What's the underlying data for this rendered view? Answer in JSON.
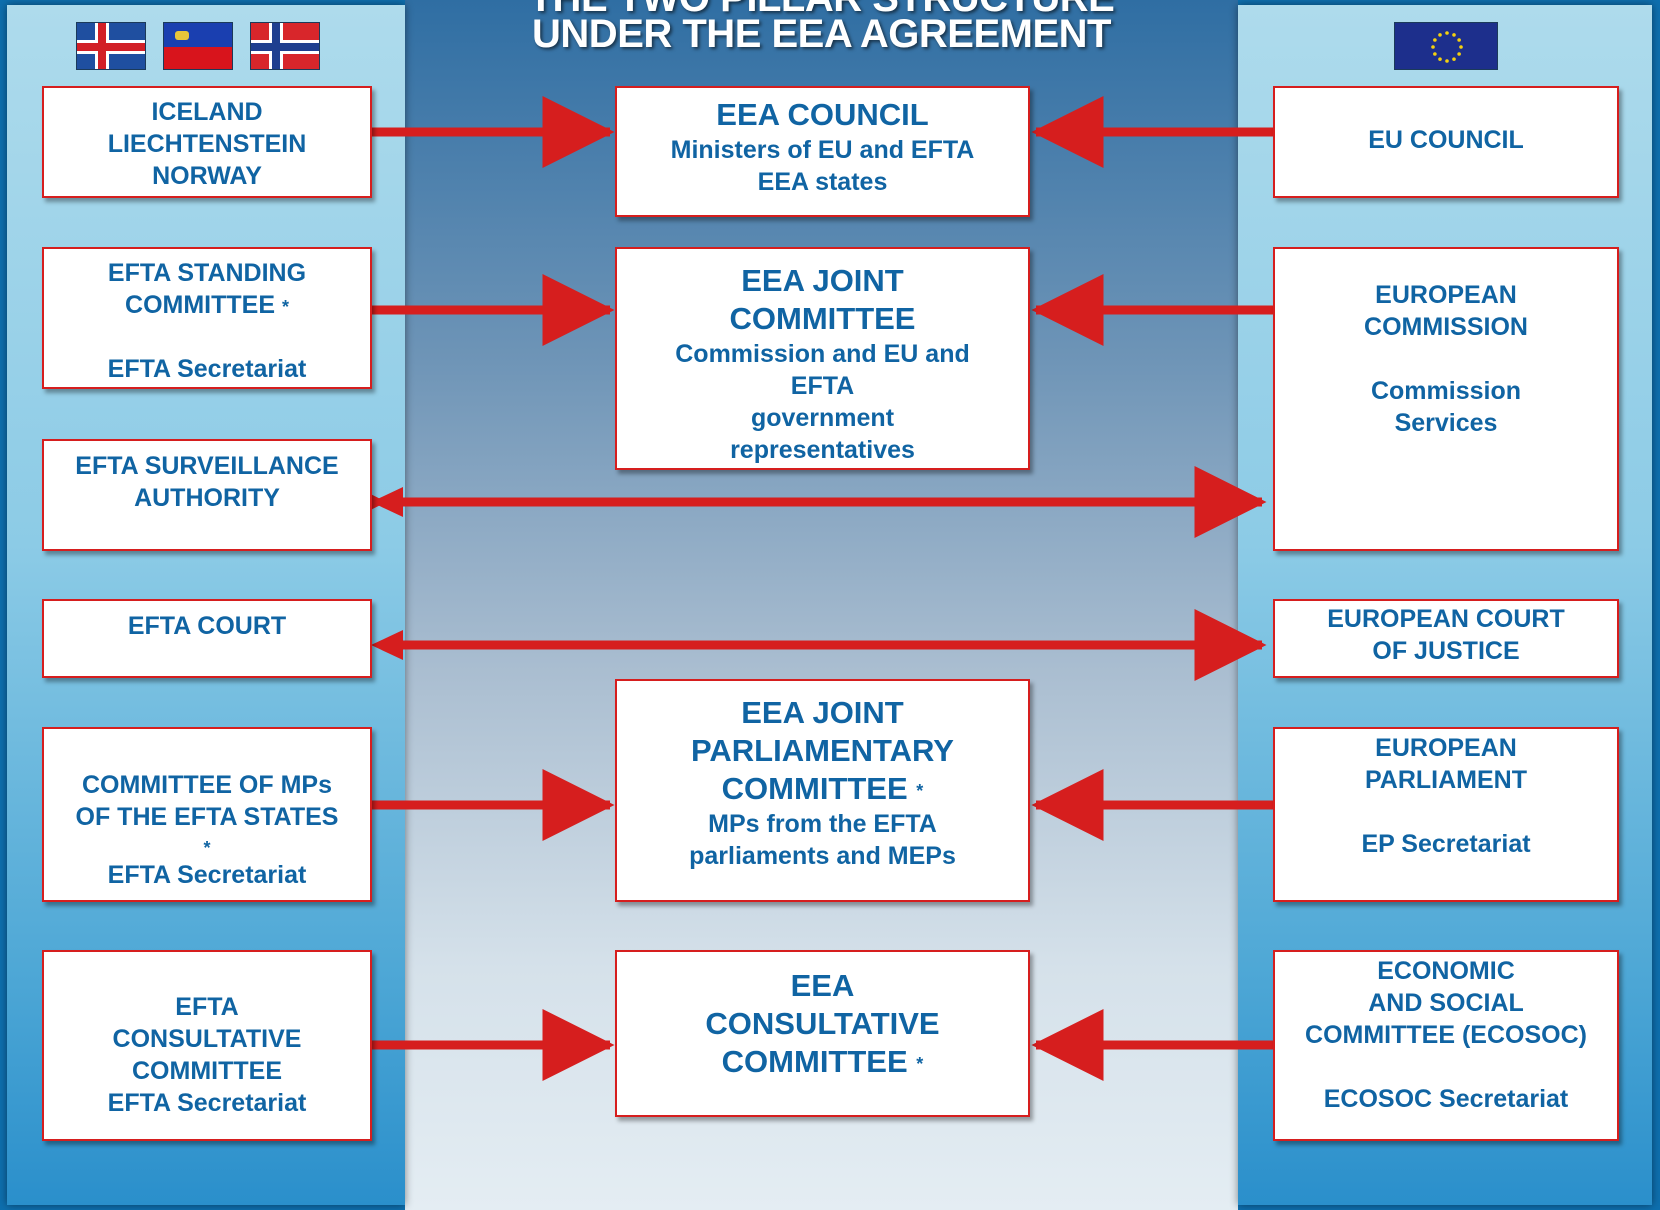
{
  "title": {
    "line1": "THE TWO PILLAR STRUCTURE",
    "line2": "UNDER THE EEA AGREEMENT"
  },
  "flags": [
    "iceland-flag",
    "liechtenstein-flag",
    "norway-flag",
    "eu-flag"
  ],
  "colors": {
    "accent": "#d61e1e",
    "text": "#1064a3",
    "panel": "#8ccbe6"
  },
  "efta": {
    "states": [
      "ICELAND",
      "LIECHTENSTEIN",
      "NORWAY"
    ],
    "standing_committee": {
      "line1": "EFTA STANDING",
      "line2": "COMMITTEE",
      "mark": "*",
      "secretariat": "EFTA Secretariat"
    },
    "surveillance": [
      "EFTA SURVEILLANCE",
      "AUTHORITY"
    ],
    "court": "EFTA COURT",
    "mps": {
      "line1": "COMMITTEE OF MPs",
      "line2": "OF THE EFTA STATES",
      "mark": "*",
      "secretariat": "EFTA Secretariat"
    },
    "consultative": [
      "EFTA",
      "CONSULTATIVE",
      "COMMITTEE",
      "EFTA Secretariat"
    ]
  },
  "eea": {
    "council": {
      "title": "EEA COUNCIL",
      "sub": [
        "Ministers of EU and EFTA",
        "EEA states"
      ]
    },
    "joint_committee": {
      "title": [
        "EEA JOINT",
        "COMMITTEE"
      ],
      "sub": [
        "Commission and EU and",
        "EFTA",
        "government",
        "representatives"
      ]
    },
    "joint_parliamentary": {
      "title": [
        "EEA JOINT",
        "PARLIAMENTARY",
        "COMMITTEE"
      ],
      "mark": "*",
      "sub": [
        "MPs from the EFTA",
        "parliaments and MEPs"
      ]
    },
    "consultative": {
      "title": [
        "EEA",
        "CONSULTATIVE",
        "COMMITTEE"
      ],
      "mark": "*"
    }
  },
  "eu": {
    "council": "EU COUNCIL",
    "commission": [
      "EUROPEAN",
      "COMMISSION",
      "Commission",
      "Services"
    ],
    "court": [
      "EUROPEAN COURT",
      "OF JUSTICE"
    ],
    "parliament": [
      "EUROPEAN",
      "PARLIAMENT",
      "EP Secretariat"
    ],
    "ecosoc": [
      "ECONOMIC",
      "AND SOCIAL",
      "COMMITTEE (ECOSOC)",
      "ECOSOC Secretariat"
    ]
  }
}
